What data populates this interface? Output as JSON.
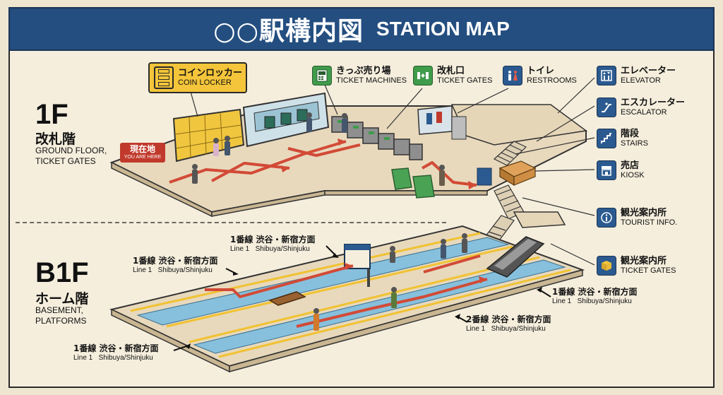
{
  "header": {
    "title_jp": "○○駅構内図",
    "title_en": "STATION MAP"
  },
  "floors": {
    "f1": {
      "code": "1F",
      "name_jp": "改札階",
      "name_en_1": "GROUND FLOOR,",
      "name_en_2": "TICKET GATES"
    },
    "b1": {
      "code": "B1F",
      "name_jp": "ホーム階",
      "name_en_1": "BASEMENT,",
      "name_en_2": "PLATFORMS"
    }
  },
  "you_are_here": {
    "jp": "現在地",
    "en": "YOU ARE HERE"
  },
  "callouts": {
    "coin_locker": {
      "jp": "コインロッカー",
      "en": "COIN LOCKER",
      "icon": "locker-icon"
    },
    "ticket_machines": {
      "jp": "きっぷ売り場",
      "en": "TICKET MACHINES",
      "icon": "ticket-machine-icon"
    },
    "ticket_gates": {
      "jp": "改札口",
      "en": "TICKET GATES",
      "icon": "gate-icon"
    },
    "restrooms": {
      "jp": "トイレ",
      "en": "RESTROOMS",
      "icon": "restroom-icon"
    }
  },
  "legend": [
    {
      "jp": "エレベーター",
      "en": "ELEVATOR",
      "icon": "elevator-icon"
    },
    {
      "jp": "エスカレーター",
      "en": "ESCALATOR",
      "icon": "escalator-icon"
    },
    {
      "jp": "階段",
      "en": "STAIRS",
      "icon": "stairs-icon"
    },
    {
      "jp": "売店",
      "en": "KIOSK",
      "icon": "kiosk-icon"
    },
    {
      "jp": "観光案内所",
      "en": "TOURIST INFO.",
      "icon": "info-icon"
    },
    {
      "jp": "観光案内所",
      "en": "TICKET GATES",
      "icon": "package-icon"
    }
  ],
  "platform_labels": [
    {
      "jp": "1番線 渋谷・新宿方面",
      "line": "Line 1",
      "dest": "Shibuya/Shinjuku"
    },
    {
      "jp": "1番線 渋谷・新宿方面",
      "line": "Line 1",
      "dest": "Shibuya/Shinjuku"
    },
    {
      "jp": "1番線 渋谷・新宿方面",
      "line": "Line 1",
      "dest": "Shibuya/Shinjuku"
    },
    {
      "jp": "2番線 渋谷・新宿方面",
      "line": "Line 1",
      "dest": "Shibuya/Shinjuku"
    },
    {
      "jp": "1番線 渋谷・新宿方面",
      "line": "Line 1",
      "dest": "Shibuya/Shinjuku"
    }
  ],
  "colors": {
    "header": "#244e80",
    "route": "#d24a36",
    "locker": "#f4c53a",
    "platform_blue": "#7fb8d8",
    "platform_yellow": "#f1c232",
    "gate_green": "#3f9c4b"
  }
}
